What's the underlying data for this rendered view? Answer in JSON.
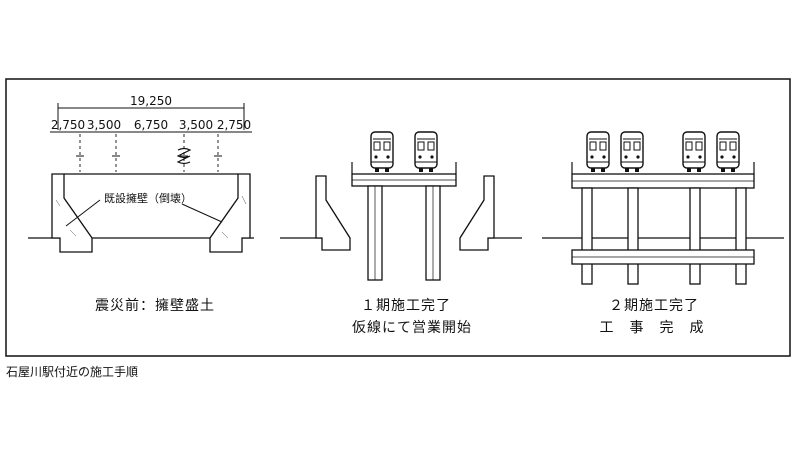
{
  "figure": {
    "caption": "石屋川駅付近の施工手順",
    "dimensions": {
      "total": "19,250",
      "segments": [
        "2,750",
        "3,500",
        "6,750",
        "3,500",
        "2,750"
      ]
    },
    "stages": [
      {
        "label_lines": [
          "震災前：擁壁盛土"
        ],
        "annotation": "既設擁壁（倒壊）"
      },
      {
        "label_lines": [
          "１期施工完了",
          "仮線にて営業開始"
        ]
      },
      {
        "label_lines": [
          "２期施工完了",
          "工　事　完　成"
        ]
      }
    ]
  }
}
